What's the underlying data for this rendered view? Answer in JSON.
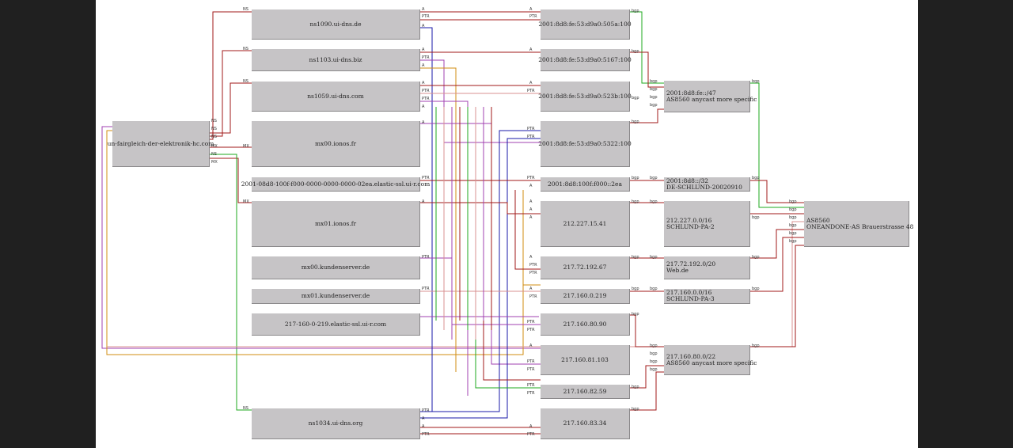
{
  "domain_nodes": [
    {
      "id": "ns1090",
      "label": "ns1090.ui-dns.de"
    },
    {
      "id": "ns1103",
      "label": "ns1103.ui-dns.biz"
    },
    {
      "id": "ns1059",
      "label": "ns1059.ui-dns.com"
    },
    {
      "id": "mx00i",
      "label": "mx00.ionos.fr"
    },
    {
      "id": "elastic6",
      "label": "2001-08d8-100f-f000-0000-0000-0000-02ea.elastic-ssl.ui-r.com"
    },
    {
      "id": "mx01i",
      "label": "mx01.ionos.fr"
    },
    {
      "id": "mx00k",
      "label": "mx00.kundenserver.de"
    },
    {
      "id": "mx01k",
      "label": "mx01.kundenserver.de"
    },
    {
      "id": "elastic4",
      "label": "217-160-0-219.elastic-ssl.ui-r.com"
    },
    {
      "id": "ns1034",
      "label": "ns1034.ui-dns.org"
    }
  ],
  "source_node": {
    "label": "un-fairgleich-der-elektronik-hc.com"
  },
  "ip_nodes": [
    {
      "id": "ip6a",
      "label": "2001:8d8:fe:53:d9a0:505a:100"
    },
    {
      "id": "ip6b",
      "label": "2001:8d8:fe:53:d9a0:5167:100"
    },
    {
      "id": "ip6c",
      "label": "2001:8d8:fe:53:d9a0:523b:100"
    },
    {
      "id": "ip6d",
      "label": "2001:8d8:fe:53:d9a0:5322:100"
    },
    {
      "id": "ip6e",
      "label": "2001:8d8:100f:f000::2ea"
    },
    {
      "id": "ip4a",
      "label": "212.227.15.41"
    },
    {
      "id": "ip4b",
      "label": "217.72.192.67"
    },
    {
      "id": "ip4c",
      "label": "217.160.0.219"
    },
    {
      "id": "ip4d",
      "label": "217.160.80.90"
    },
    {
      "id": "ip4e",
      "label": "217.160.81.103"
    },
    {
      "id": "ip4f",
      "label": "217.160.82.59"
    },
    {
      "id": "ip4g",
      "label": "217.160.83.34"
    }
  ],
  "prefix_nodes": [
    {
      "id": "p1",
      "lines": [
        "2001:8d8:fe::/47",
        "AS8560 anycast more specific"
      ]
    },
    {
      "id": "p2",
      "lines": [
        "2001:8d8::/32",
        "DE-SCHLUND-20020910"
      ]
    },
    {
      "id": "p3",
      "lines": [
        "212.227.0.0/16",
        "SCHLUND-PA-2"
      ]
    },
    {
      "id": "p4",
      "lines": [
        "217.72.192.0/20",
        "Web.de"
      ]
    },
    {
      "id": "p5",
      "lines": [
        "217.160.0.0/16",
        "SCHLUND-PA-3"
      ]
    },
    {
      "id": "p6",
      "lines": [
        "217.160.80.0/22",
        "AS8560 anycast more specific"
      ]
    }
  ],
  "as_node": {
    "lines": [
      "AS8560",
      "ONEANDONE-AS Brauerstrasse 48"
    ]
  },
  "port_labels": {
    "ns": "NS",
    "mx": "MX",
    "a": "A",
    "ptr": "PTR",
    "bgp": "bgp"
  },
  "colors": {
    "red": "#a01818",
    "green": "#1ea81e",
    "blue": "#1818a8",
    "violet": "#a040b0",
    "orange": "#d08c10",
    "pink": "#d89090"
  }
}
